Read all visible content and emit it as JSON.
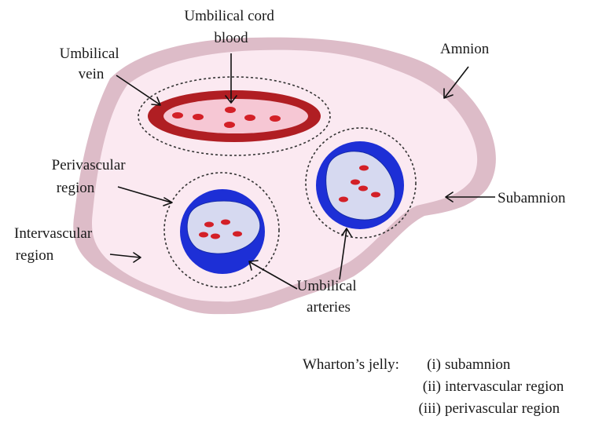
{
  "labels": {
    "umbilical_cord_blood": [
      "Umbilical cord",
      "blood"
    ],
    "umbilical_vein": [
      "Umbilical",
      "vein"
    ],
    "amnion": "Amnion",
    "perivascular_region": [
      "Perivascular",
      "region"
    ],
    "subamnion": "Subamnion",
    "intervascular_region": [
      "Intervascular",
      "region"
    ],
    "umbilical_arteries": [
      "Umbilical",
      "arteries"
    ]
  },
  "legend": {
    "heading": "Wharton’s jelly:",
    "items": [
      {
        "num": "(i)",
        "text": "subamnion"
      },
      {
        "num": "(ii)",
        "text": "intervascular region"
      },
      {
        "num": "(iii)",
        "text": "perivascular region"
      }
    ]
  },
  "colors": {
    "amnion": "#ddbcc8",
    "subamnion_tissue": "#fbe9f1",
    "vein_wall": "#b01e23",
    "vein_lumen": "#f6c7d4",
    "artery_wall": "#1d2fd6",
    "artery_lumen": "#d6d9f0",
    "blood_cell": "#d32027"
  }
}
